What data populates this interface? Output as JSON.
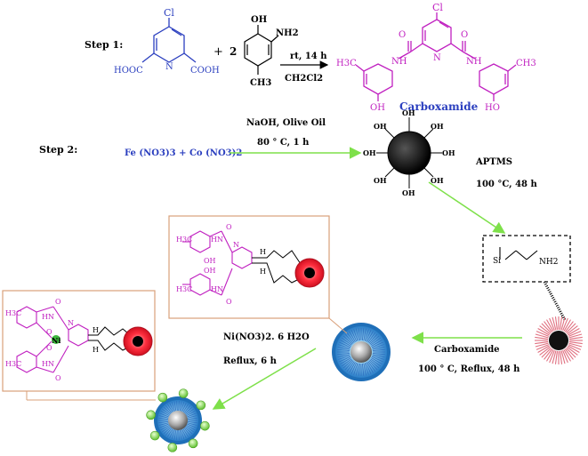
{
  "step1": {
    "label": "Step 1:",
    "plus": "+",
    "coefficient": "2",
    "conditions_above": "rt, 14 h",
    "conditions_below": "CH2Cl2",
    "product_name": "Carboxamide",
    "reactant1": {
      "cl": "Cl",
      "n": "N",
      "hooc": "HOOC",
      "cooh": "COOH"
    },
    "reactant2": {
      "oh": "OH",
      "nh2": "NH2",
      "ch3": "CH3"
    },
    "product": {
      "cl": "Cl",
      "n": "N",
      "nh": "NH",
      "h3c": "H3C",
      "ch3": "CH3",
      "oh_left": "OH",
      "oh_right": "HO"
    }
  },
  "step2": {
    "label": "Step 2:",
    "reactants": "Fe (NO3)3 +  Co (NO3)2",
    "conditions_above": "NaOH, Olive Oil",
    "conditions_below": "80 ° C, 1 h",
    "nanoparticle_oh": "OH",
    "aptms": "APTMS",
    "aptms_cond": "100 °C, 48 h",
    "si": "Si",
    "nh2": "NH2"
  },
  "step3": {
    "reagent": "Carboxamide",
    "conditions": "100 ° C,  Reflux,  48 h"
  },
  "step4": {
    "reagent": "Ni(NO3)2. 6 H2O",
    "conditions": "Reflux, 6 h"
  },
  "ligand_box": {
    "h3c": "H3C",
    "nh": "HN",
    "n": "N",
    "h": "H",
    "oh": "OH",
    "o": "O"
  },
  "complex_box": {
    "h3c": "H3C",
    "ni": "Ni",
    "n": "N",
    "h": "H",
    "hn": "HN",
    "o": "O"
  },
  "colors": {
    "blue": "#2b3fbf",
    "magenta": "#c020c0",
    "green": "#7ee04a",
    "box": "#d9a07a",
    "red": "#e02030"
  }
}
